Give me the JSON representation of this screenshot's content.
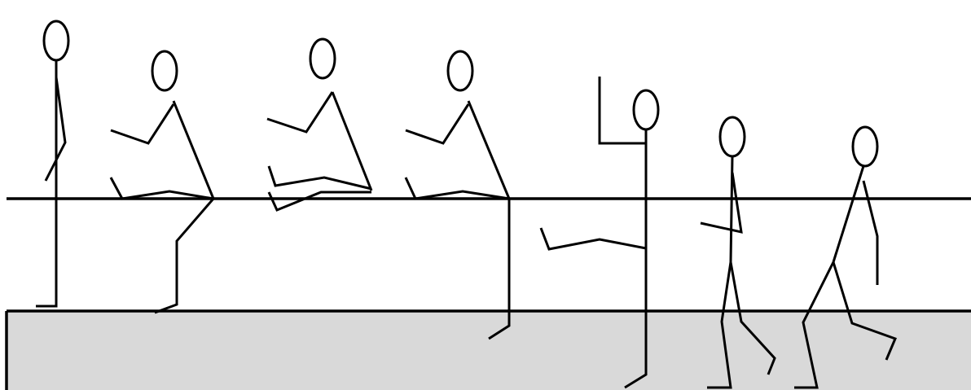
{
  "scene": {
    "description_free": true,
    "figures": [
      {
        "name": "standing",
        "pose": "standing"
      },
      {
        "name": "sitting-1",
        "pose": "sitting"
      },
      {
        "name": "sitting-2",
        "pose": "sitting-legs-raised"
      },
      {
        "name": "sitting-3",
        "pose": "sitting"
      },
      {
        "name": "transition",
        "pose": "rising-arm-raised"
      },
      {
        "name": "walking-1",
        "pose": "walking"
      },
      {
        "name": "walking-2",
        "pose": "walking"
      }
    ]
  },
  "colors": {
    "ink": "#000000",
    "platform": "#d9d9d9",
    "background": "#ffffff"
  }
}
